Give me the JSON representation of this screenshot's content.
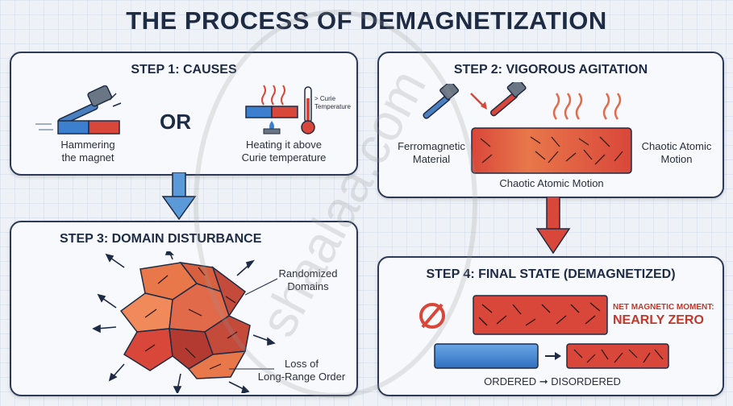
{
  "title": "THE PROCESS OF DEMAGNETIZATION",
  "step1": {
    "title": "STEP 1: CAUSES",
    "hammer_label": "Hammering\nthe magnet",
    "or_label": "OR",
    "heat_label": "Heating it above\nCurie temperature",
    "thermo_note": "> Curie\nTemperature"
  },
  "step2": {
    "title": "STEP 2: VIGOROUS AGITATION",
    "left_label": "Ferromagnetic\nMaterial",
    "right_label": "Chaotic Atomic\nMotion",
    "bottom_label": "Chaotic Atomic Motion"
  },
  "step3": {
    "title": "STEP 3: DOMAIN DISTURBANCE",
    "randomized_label": "Randomized\nDomains",
    "loss_label": "Loss of\nLong-Range Order"
  },
  "step4": {
    "title": "STEP 4: FINAL STATE (DEMAGNETIZED)",
    "net_label": "NET MAGNETIC MOMENT:",
    "net_value": "NEARLY ZERO",
    "ordered_label": "ORDERED",
    "disordered_label": "DISORDERED"
  },
  "watermark": "shaalaa.com",
  "colors": {
    "navy": "#1e2b44",
    "red": "#d9473a",
    "blue": "#3d7fcf",
    "orange": "#e8774a"
  }
}
